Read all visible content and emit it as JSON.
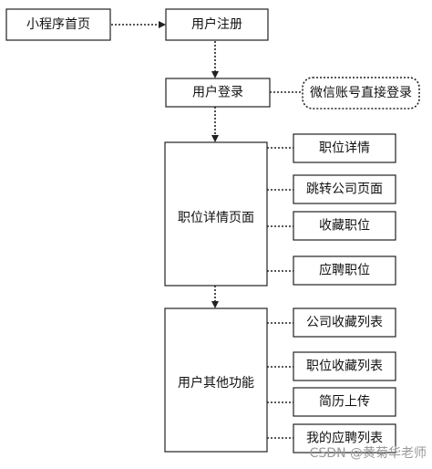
{
  "nodes": {
    "home": "小程序首页",
    "register": "用户注册",
    "login": "用户登录",
    "wechat_login": "微信账号直接登录",
    "job_detail_page": "职位详情页面",
    "job_detail": "职位详情",
    "goto_company": "跳转公司页面",
    "favorite_job": "收藏职位",
    "apply_job": "应聘职位",
    "other_functions": "用户其他功能",
    "company_favorites": "公司收藏列表",
    "job_favorites": "职位收藏列表",
    "resume_upload": "简历上传",
    "my_applications": "我的应聘列表"
  },
  "watermark": "CSDN @黄菊华老师"
}
